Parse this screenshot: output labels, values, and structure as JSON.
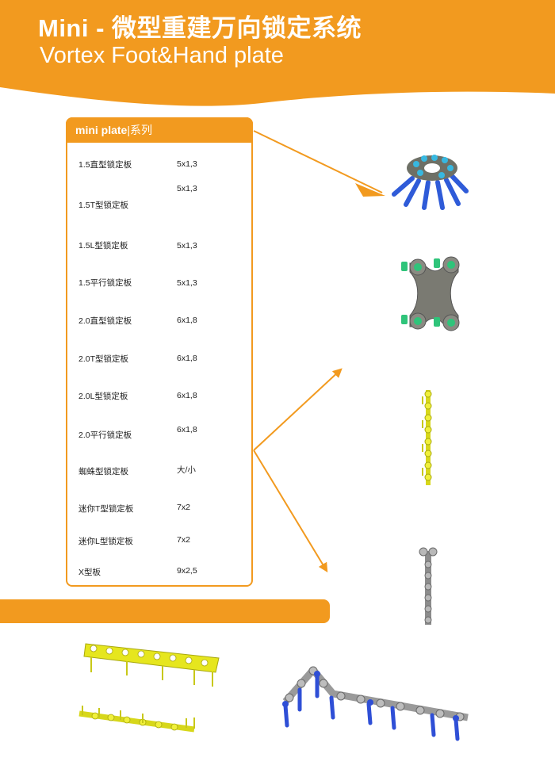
{
  "header": {
    "title_line1": "Mini -  微型重建万向锁定系统",
    "title_line2": "Vortex Foot&Hand plate"
  },
  "table": {
    "heading_en": "mini  plate",
    "heading_sep": "|",
    "heading_cn": "系列",
    "rows": [
      {
        "name": "1.5直型锁定板",
        "size": "5x1,3"
      },
      {
        "name": "1.5T型锁定板",
        "size": "5x1,3"
      },
      {
        "name": "1.5L型锁定板",
        "size": "5x1,3"
      },
      {
        "name": "1.5平行锁定板",
        "size": "5x1,3"
      },
      {
        "name": "2.0直型锁定板",
        "size": "6x1,8"
      },
      {
        "name": "2.0T型锁定板",
        "size": "6x1,8"
      },
      {
        "name": "2.0L型锁定板",
        "size": "6x1,8"
      },
      {
        "name": "2.0平行锁定板",
        "size": "6x1,8"
      },
      {
        "name": "蜘蛛型锁定板",
        "size": "大/小"
      },
      {
        "name": "迷你T型锁定板",
        "size": "7x2"
      },
      {
        "name": "迷你L型锁定板",
        "size": "7x2"
      },
      {
        "name": "X型板",
        "size": "9x2,5"
      }
    ]
  },
  "images": [
    "spider-plate-image",
    "x-plate-image",
    "yellow-straight-plate-image",
    "grey-straight-plate-image",
    "yellow-parallel-plate-image",
    "yellow-wave-plate-image",
    "blue-screw-plate-image"
  ],
  "colors": {
    "brand_orange": "#f29a1f",
    "plate_yellow": "#e6e61e",
    "plate_grey": "#8c8c8c",
    "screw_blue": "#2f4fd6",
    "screw_green": "#2fc47a"
  }
}
